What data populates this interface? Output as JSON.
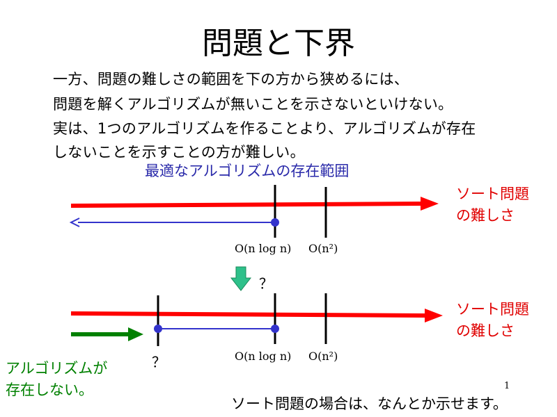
{
  "title": "問題と下界",
  "paragraph": [
    "一方、問題の難しさの範囲を下の方から狭めるには、",
    "問題を解くアルゴリズムが無いことを示さないといけない。",
    "実は、1つのアルゴリズムを作ることより、アルゴリズムが存在",
    "しないことを示すことの方が難しい。"
  ],
  "caption": "最適なアルゴリズムの存在範囲",
  "top_diagram": {
    "right_label": [
      "ソート問題",
      "の難しさ"
    ],
    "tick1": "O(n log n)",
    "tick2": "O(n²)"
  },
  "transition": {
    "question": "？"
  },
  "bottom_diagram": {
    "right_label": [
      "ソート問題",
      "の難しさ"
    ],
    "left_question": "？",
    "tick1": "O(n log n)",
    "tick2": "O(n²)",
    "left_label": [
      "アルゴリズムが",
      "存在しない。"
    ]
  },
  "footer": "ソート問題の場合は、なんとか示せます。",
  "page_number": "1",
  "colors": {
    "red": "#ff0000",
    "blue": "#3333cc",
    "green": "#008000",
    "arrow_teal": "#2ec08a"
  }
}
